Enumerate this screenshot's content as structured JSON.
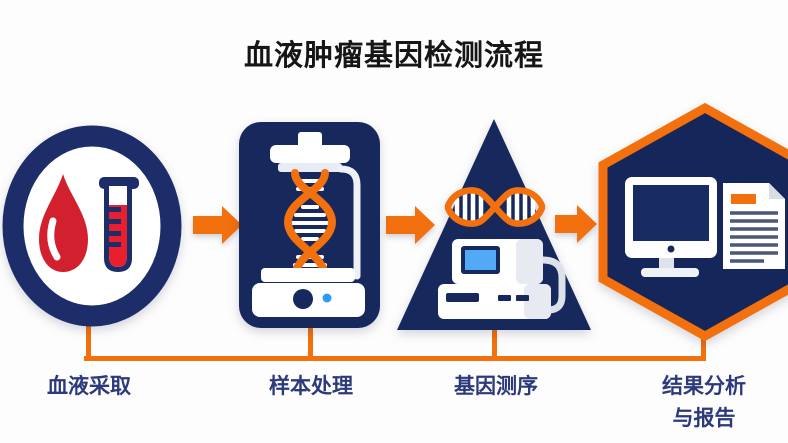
{
  "title": "血液肿瘤基因检测流程",
  "steps": [
    {
      "index": 1,
      "label": "血液采取",
      "shape": "circle",
      "icons": [
        "blood-drop-icon",
        "test-tube-icon"
      ]
    },
    {
      "index": 2,
      "label": "样本处理",
      "shape": "rounded-rectangle",
      "icons": [
        "dna-helix-vertical-icon",
        "lab-extraction-machine-icon"
      ]
    },
    {
      "index": 3,
      "label": "基因测序",
      "shape": "triangle",
      "icons": [
        "dna-strand-horizontal-icon",
        "sequencer-machine-icon"
      ]
    },
    {
      "index": 4,
      "label": "结果分析",
      "label_line2": "与报告",
      "shape": "hexagon",
      "icons": [
        "computer-monitor-icon",
        "report-document-icon"
      ]
    }
  ],
  "colors": {
    "navy": "#17285c",
    "ring_navy": "#1c2d69",
    "orange": "#f2700d",
    "red": "#d2202e",
    "liquid_red": "#e8202e",
    "screen_blue": "#52a9f5",
    "dot_blue": "#2d9cf0",
    "label_text": "#2c3a7c",
    "background": "#fdfdfd"
  }
}
